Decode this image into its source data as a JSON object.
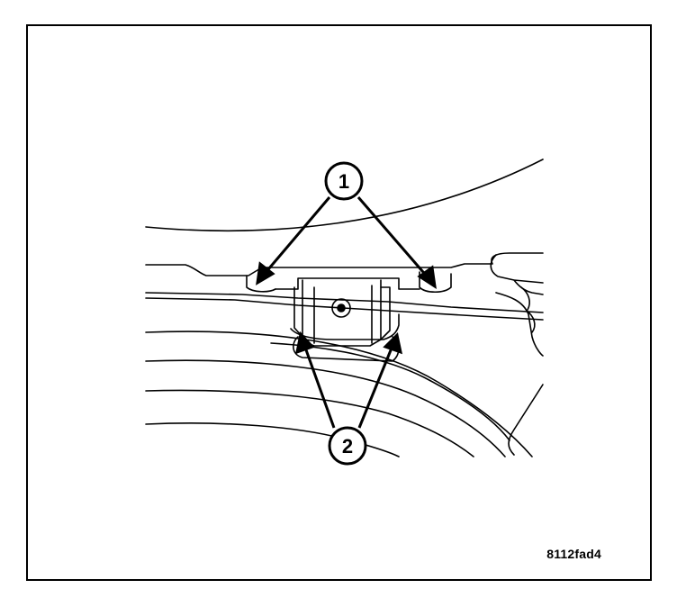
{
  "figure": {
    "code": "8112fad4",
    "callouts": [
      {
        "id": "1",
        "label": "1"
      },
      {
        "id": "2",
        "label": "2"
      }
    ]
  },
  "colors": {
    "line": "#000000",
    "background": "#ffffff"
  }
}
